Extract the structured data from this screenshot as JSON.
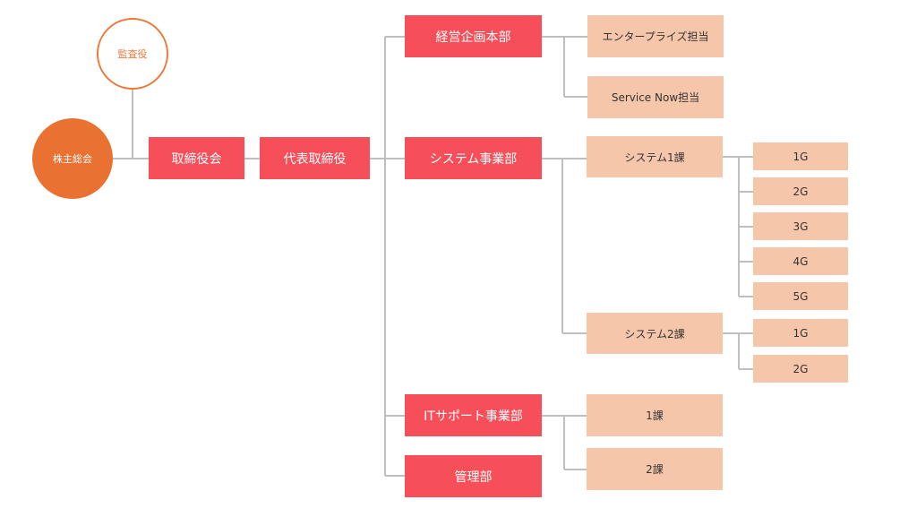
{
  "shareholders": "株主総会",
  "auditor": "監査役",
  "board": "取締役会",
  "ceo": "代表取締役",
  "divisions": {
    "planning": {
      "label": "経営企画本部",
      "units": [
        "エンタープライズ担当",
        "Service Now担当"
      ]
    },
    "system": {
      "label": "システム事業部",
      "sections": [
        {
          "label": "システム1課",
          "groups": [
            "1G",
            "2G",
            "3G",
            "4G",
            "5G"
          ]
        },
        {
          "label": "システム2課",
          "groups": [
            "1G",
            "2G"
          ]
        }
      ]
    },
    "it_support": {
      "label": "ITサポート事業部",
      "units": [
        "1課",
        "2課"
      ]
    },
    "admin": {
      "label": "管理部"
    }
  },
  "colors": {
    "primary_box": "#f64f5a",
    "secondary_box": "#f6c6aa",
    "shareholders_circle": "#e97132",
    "auditor_outline": "#ec7a3b",
    "connector": "#bfbfbf"
  }
}
